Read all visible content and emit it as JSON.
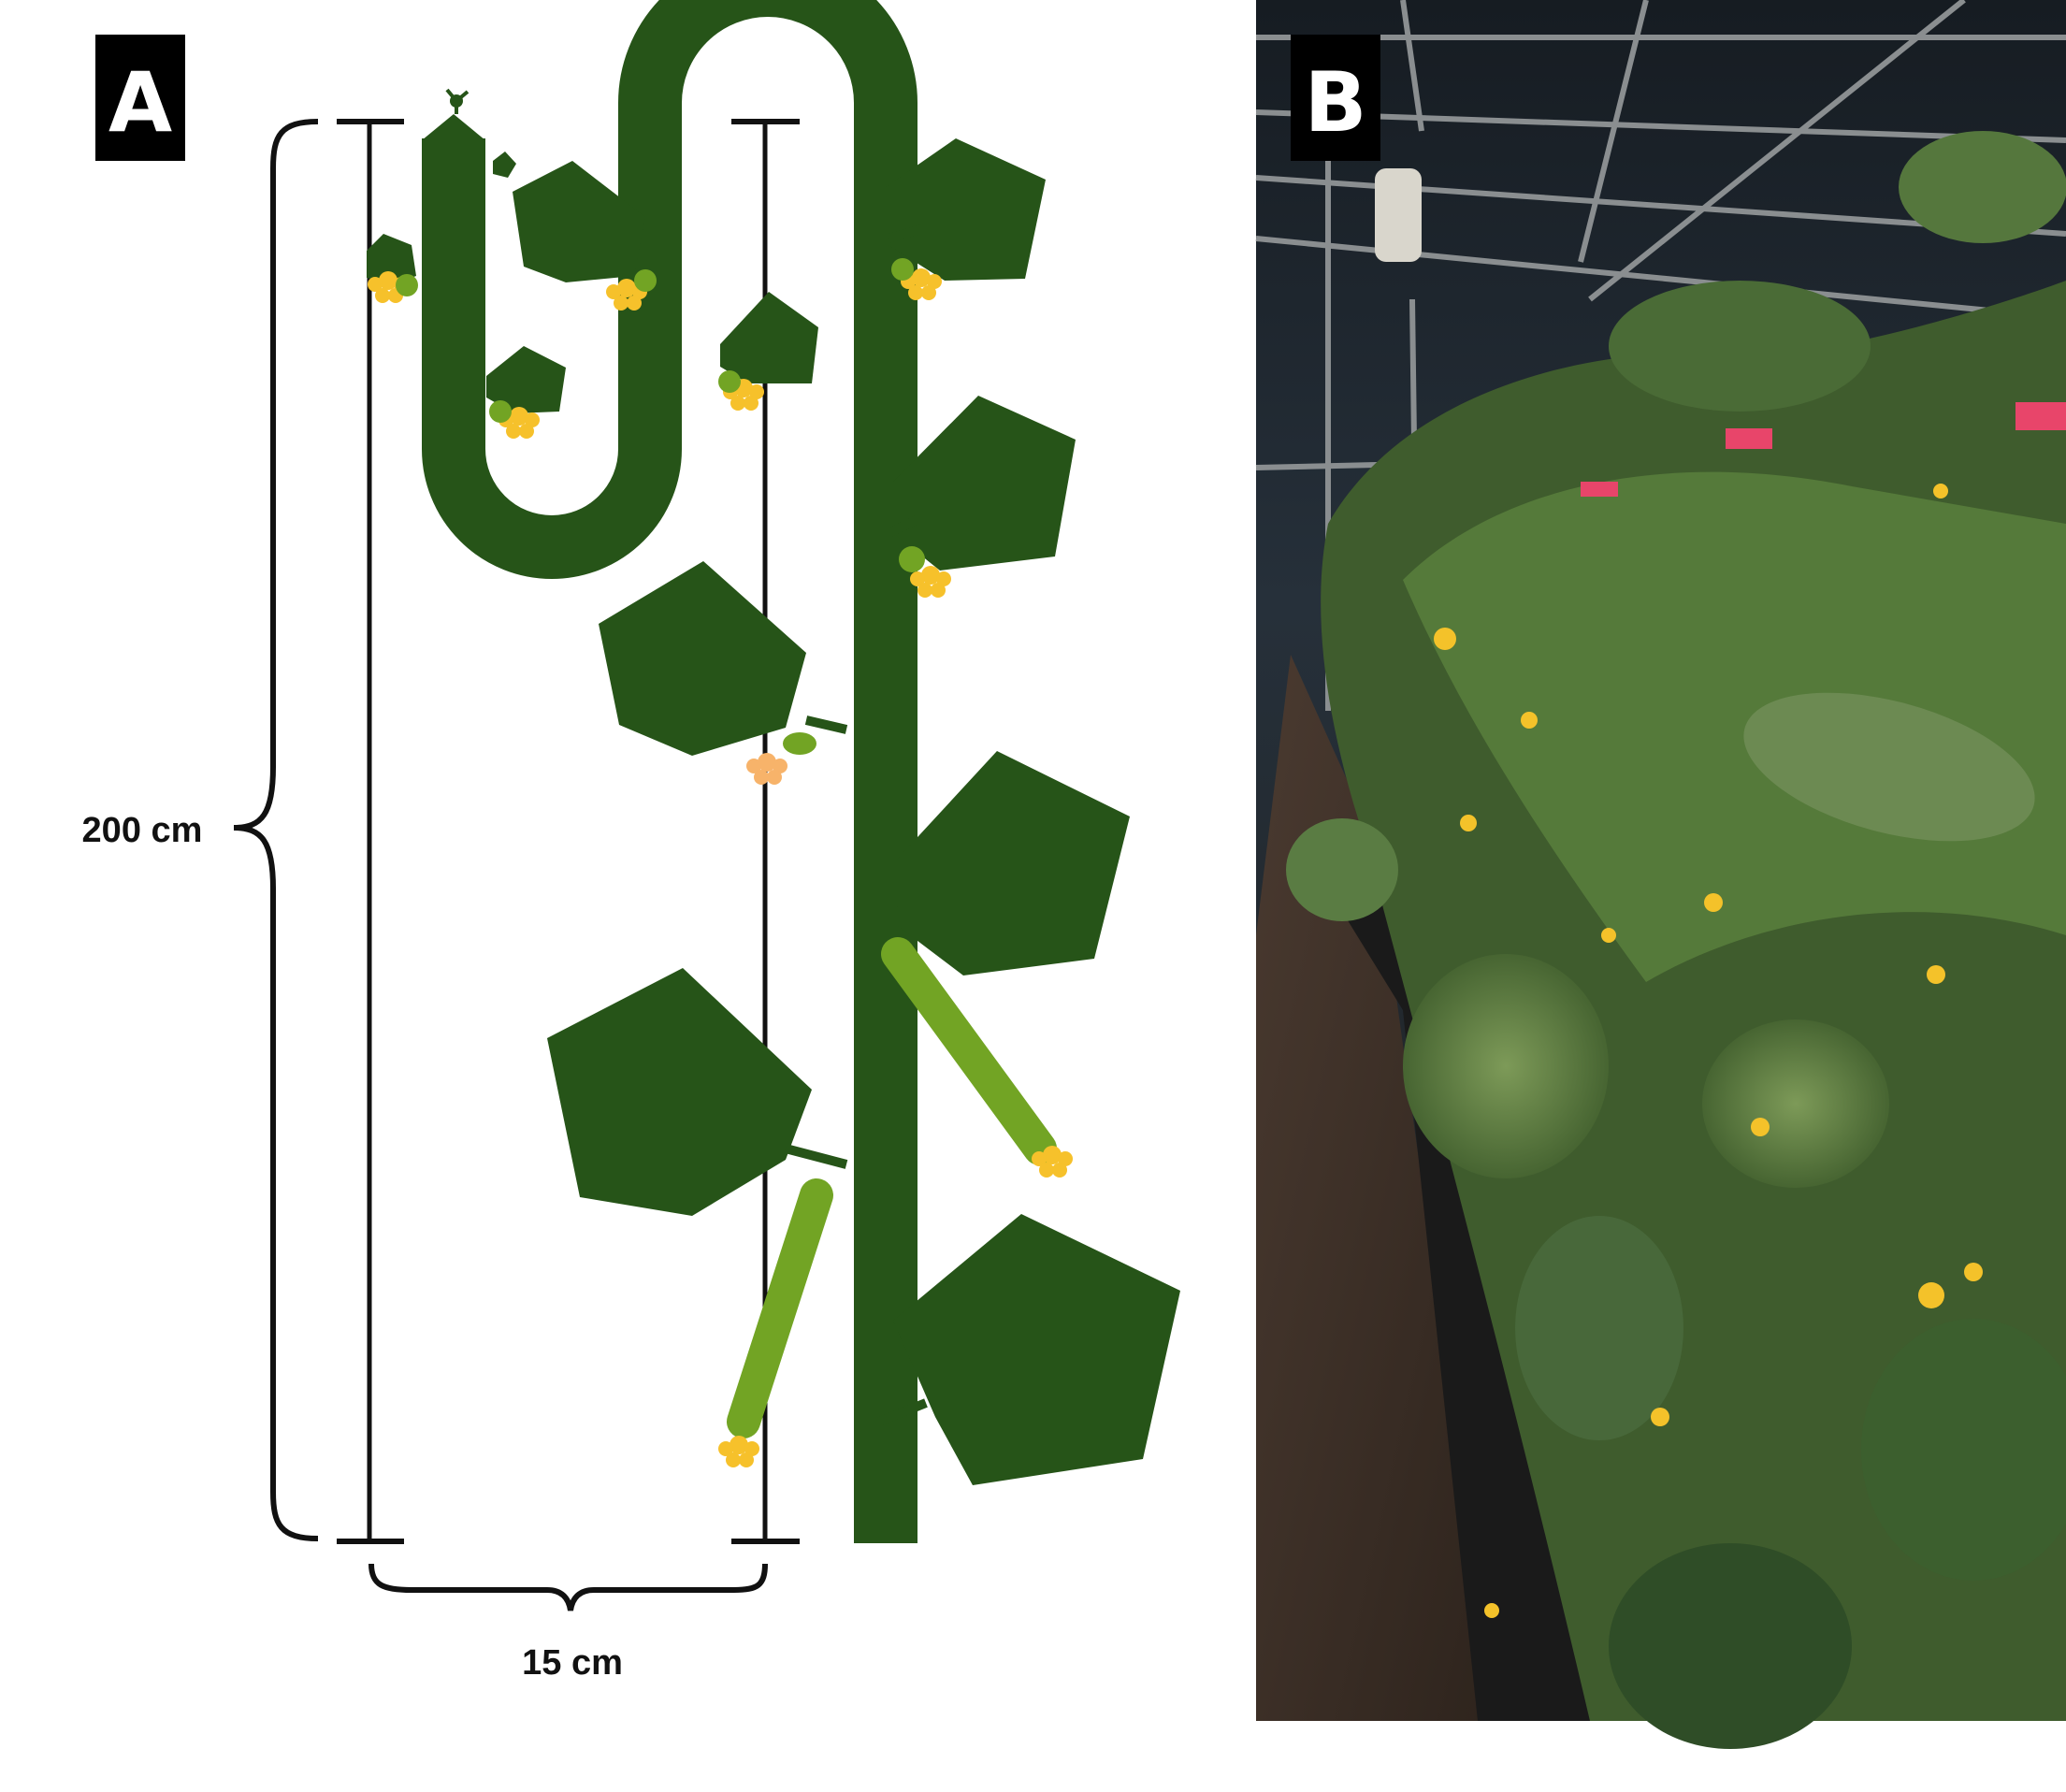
{
  "panels": {
    "a": {
      "label": "A"
    },
    "b": {
      "label": "B"
    }
  },
  "dimensions": {
    "height_label": "200 cm",
    "width_label": "15 cm"
  },
  "colors": {
    "stem": "#265418",
    "leaf": "#265418",
    "fruit": "#72a424",
    "flower": "#f6c12b",
    "flower_light": "#f7b36a",
    "bracket": "#111111",
    "label_bg": "#000000"
  }
}
